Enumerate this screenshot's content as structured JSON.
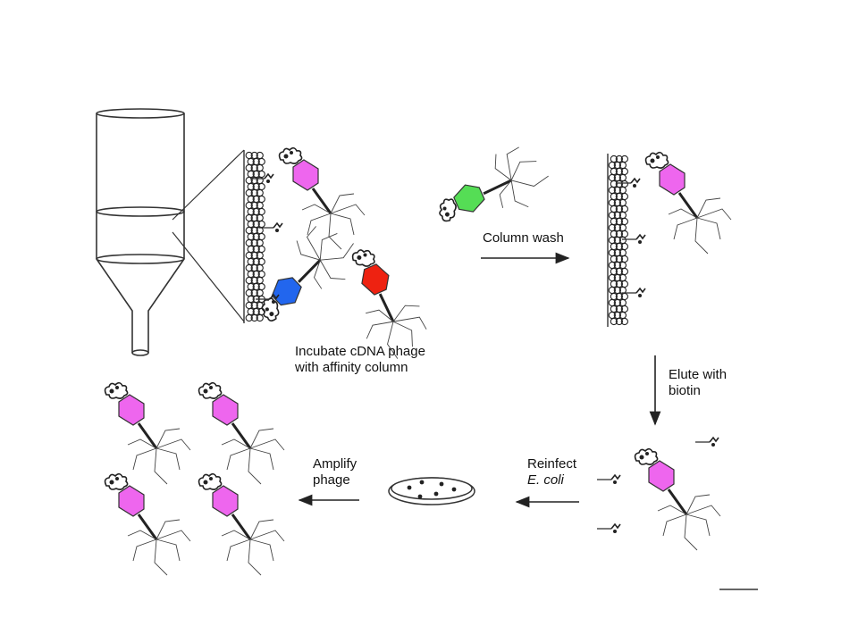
{
  "labels": {
    "incubate_line1": "Incubate cDNA phage",
    "incubate_line2": "with affinity column",
    "column_wash": "Column wash",
    "elute_line1": "Elute with",
    "elute_line2": "biotin",
    "reinfect_line1": "Reinfect",
    "reinfect_line2": "E. coli",
    "amplify_line1": "Amplify",
    "amplify_line2": "phage"
  },
  "colors": {
    "phage_pink": "#ee66ee",
    "phage_green": "#55dd55",
    "phage_red": "#ee2211",
    "phage_blue": "#2266ee",
    "line": "#333333"
  },
  "steps": [
    {
      "id": "incubate",
      "phage_colors": [
        "pink",
        "green",
        "red",
        "blue"
      ]
    },
    {
      "id": "column-wash",
      "phage_colors": [
        "pink"
      ]
    },
    {
      "id": "elute",
      "phage_colors": [
        "pink"
      ]
    },
    {
      "id": "reinfect",
      "plate_colonies": 6
    },
    {
      "id": "amplify",
      "phage_colors": [
        "pink",
        "pink",
        "pink",
        "pink"
      ]
    }
  ]
}
